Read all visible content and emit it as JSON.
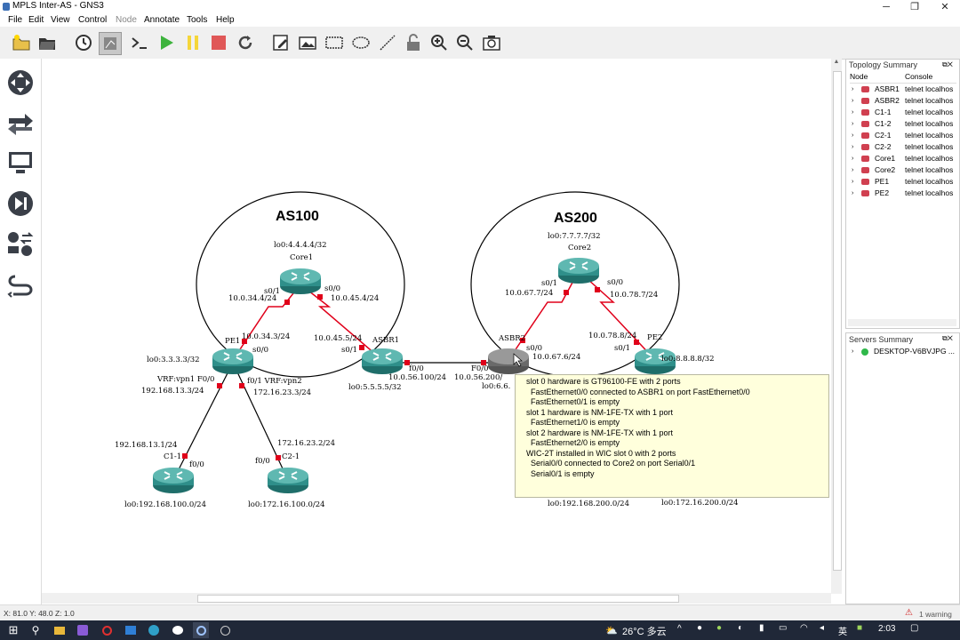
{
  "window": {
    "title": "MPLS Inter-AS - GNS3",
    "min": "─",
    "max": "❐",
    "close": "✕"
  },
  "menu": [
    "File",
    "Edit",
    "View",
    "Control",
    "Node",
    "Annotate",
    "Tools",
    "Help"
  ],
  "toolbar_icons": [
    "open-folder-icon",
    "folder-icon",
    "clock-icon",
    "snapshot-icon",
    "console-icon",
    "start-icon",
    "pause-icon",
    "stop-icon",
    "reload-icon",
    "note-icon",
    "image-icon",
    "rectangle-icon",
    "ellipse-icon",
    "line-icon",
    "lock-icon",
    "zoom-in-icon",
    "zoom-out-icon",
    "screenshot-icon"
  ],
  "topology": {
    "as100": {
      "label": "AS100"
    },
    "as200": {
      "label": "AS200"
    },
    "labels": {
      "core1_lo": "lo0:4.4.4.4/32",
      "core1": "Core1",
      "core1_s01": "s0/1",
      "core1_s00": "s0/0",
      "ip_10_0_34_4": "10.0.34.4/24",
      "ip_10_0_45_4": "10.0.45.4/24",
      "ip_10_0_34_3": "10.0.34.3/24",
      "ip_10_0_45_5": "10.0.45.5/24",
      "pe1": "PE1",
      "pe1_s00": "s0/0",
      "asbr1": "ASBR1",
      "asbr1_s01": "s0/1",
      "pe1_lo": "lo0:3.3.3.3/32",
      "vrf1": "VRF:vpn1 F0/0",
      "vrf2": "f0/1 VRF:vpn2",
      "ip_192_168_13_3": "192.168.13.3/24",
      "ip_172_16_23_3": "172.16.23.3/24",
      "asbr1_lo": "lo0:5.5.5.5/32",
      "asbr1_f00": "f0/0",
      "ip_10_0_56_100": "10.0.56.100/24",
      "ip_192_168_13_1": "192.168.13.1/24",
      "c1_1": "C1-1",
      "c1_f00": "f0/0",
      "ip_172_16_23_2": "172.16.23.2/24",
      "c2_f00": "f0/0",
      "c2_1": "C2-1",
      "c1_lo": "lo0:192.168.100.0/24",
      "c2_lo": "lo0:172.16.100.0/24",
      "core2_lo": "lo0:7.7.7.7/32",
      "core2": "Core2",
      "core2_s01": "s0/1",
      "core2_s00": "s0/0",
      "ip_10_0_67_7": "10.0.67.7/24",
      "ip_10_0_78_7": "10.0.78.7/24",
      "asbr2": "ASBR2",
      "asbr2_s00": "s0/0",
      "ip_10_0_67_6": "10.0.67.6/24",
      "ip_10_0_78_8": "10.0.78.8/24",
      "pe2": "PE2",
      "pe2_s01": "s0/1",
      "pe2_lo": "lo0:8.8.8.8/32",
      "asbr2_f00": "F0/0",
      "ip_10_0_56_200": "10.0.56.200/",
      "asbr2_lo": "lo0:6.6.",
      "c3_lo": "lo0:192.168.200.0/24",
      "c4_lo": "lo0:172.16.200.0/24"
    },
    "tooltip": [
      "slot 0 hardware is GT96100-FE with 2 ports",
      "  FastEthernet0/0 connected to ASBR1 on port FastEthernet0/0",
      "  FastEthernet0/1 is empty",
      "slot 1 hardware is NM-1FE-TX with 1 port",
      "  FastEthernet1/0 is empty",
      "slot 2 hardware is NM-1FE-TX with 1 port",
      "  FastEthernet2/0 is empty",
      "WIC-2T installed in WIC slot 0 with 2 ports",
      "  Serial0/0 connected to Core2 on port Serial0/1",
      "  Serial0/1 is empty"
    ]
  },
  "topology_summary": {
    "title": "Topology Summary",
    "col_node": "Node",
    "col_console": "Console",
    "rows": [
      {
        "node": "ASBR1",
        "console": "telnet localhos"
      },
      {
        "node": "ASBR2",
        "console": "telnet localhos"
      },
      {
        "node": "C1-1",
        "console": "telnet localhos"
      },
      {
        "node": "C1-2",
        "console": "telnet localhos"
      },
      {
        "node": "C2-1",
        "console": "telnet localhos"
      },
      {
        "node": "C2-2",
        "console": "telnet localhos"
      },
      {
        "node": "Core1",
        "console": "telnet localhos"
      },
      {
        "node": "Core2",
        "console": "telnet localhos"
      },
      {
        "node": "PE1",
        "console": "telnet localhos"
      },
      {
        "node": "PE2",
        "console": "telnet localhos"
      }
    ]
  },
  "servers_summary": {
    "title": "Servers Summary",
    "server": "DESKTOP-V6BVJPG ..."
  },
  "status": {
    "coords": "X: 81.0 Y: 48.0 Z: 1.0",
    "warning": "1 warning"
  },
  "taskbar": {
    "weather": "26°C 多云",
    "lang": "英",
    "time": "2:03"
  },
  "colors": {
    "router": "#2f8f8a",
    "link_dot": "#e0001a",
    "serial": "#e0001a",
    "tooltip_bg": "#ffffdc"
  }
}
